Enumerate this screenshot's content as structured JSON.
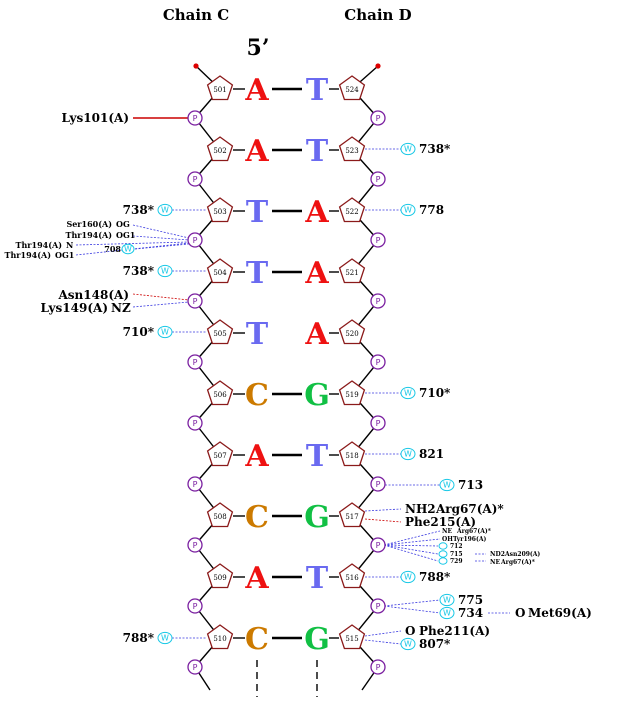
{
  "headers": {
    "chain_c": "Chain C",
    "chain_d": "Chain D",
    "five_prime": "5’"
  },
  "colors": {
    "A": "#ee1111",
    "T": "#6a6af0",
    "C": "#cc7a00",
    "G": "#11c044",
    "backbone": "#000000",
    "sugar": "#8b1a1a",
    "phosphate": "#7a1fa0",
    "water": "#17c8e6",
    "atom_red": "#dd0000",
    "atom_blue": "#3a3ae0",
    "hbond_blue": "#3a3ae0",
    "hbond_red": "#cc0000",
    "contact_red": "#cc0000"
  },
  "phosphate_letter": "P",
  "water_letter": "W",
  "pairs": [
    {
      "left_num": "501",
      "left_base": "A",
      "right_base": "T",
      "right_num": "524",
      "paired": true
    },
    {
      "left_num": "502",
      "left_base": "A",
      "right_base": "T",
      "right_num": "523",
      "paired": true
    },
    {
      "left_num": "503",
      "left_base": "T",
      "right_base": "A",
      "right_num": "522",
      "paired": true
    },
    {
      "left_num": "504",
      "left_base": "T",
      "right_base": "A",
      "right_num": "521",
      "paired": true
    },
    {
      "left_num": "505",
      "left_base": "T",
      "right_base": "A",
      "right_num": "520",
      "paired": false
    },
    {
      "left_num": "506",
      "left_base": "C",
      "right_base": "G",
      "right_num": "519",
      "paired": true
    },
    {
      "left_num": "507",
      "left_base": "A",
      "right_base": "T",
      "right_num": "518",
      "paired": true
    },
    {
      "left_num": "508",
      "left_base": "C",
      "right_base": "G",
      "right_num": "517",
      "paired": true
    },
    {
      "left_num": "509",
      "left_base": "A",
      "right_base": "T",
      "right_num": "516",
      "paired": true
    },
    {
      "left_num": "510",
      "left_base": "C",
      "right_base": "G",
      "right_num": "515",
      "paired": true
    }
  ],
  "labels": {
    "lys101": "Lys101(A)",
    "ser160": "Ser160(A)",
    "ser160_atom": "OG",
    "thr194_og1": "Thr194(A)",
    "thr194_og1_atom": "OG1",
    "thr194_n": "Thr194(A)",
    "thr194_n_atom": "N",
    "thr194_og1b": "Thr194(A)",
    "thr194_og1b_atom": "OG1",
    "asn148": "Asn148(A)",
    "lys149": "Lys149(A)",
    "lys149_atom": "NZ",
    "arg67": "Arg67(A)*",
    "arg67_atom": "NH2",
    "phe215": "Phe215(A)",
    "arg67b": "Arg67(A)*",
    "arg67b_atom": "NE",
    "tyr196": "Tyr196(A)",
    "tyr196_atom": "OH",
    "asn209": "Asn209(A)",
    "asn209_atom": "ND2",
    "arg67c": "Arg67(A)*",
    "arg67c_atom": "NE",
    "met69": "Met69(A)",
    "met69_atom": "O",
    "phe211": "Phe211(A)",
    "phe211_atom": "O"
  },
  "waters": {
    "w738_left_a": "738*",
    "w738_right": "738*",
    "w778": "778",
    "w708": "708",
    "w738_left_b": "738*",
    "w710_left": "710*",
    "w710_right": "710*",
    "w821": "821",
    "w713": "713",
    "w712": "712",
    "w715": "715",
    "w729": "729",
    "w788_right": "788*",
    "w775": "775",
    "w734": "734",
    "w788_left": "788*",
    "w807": "807*"
  }
}
